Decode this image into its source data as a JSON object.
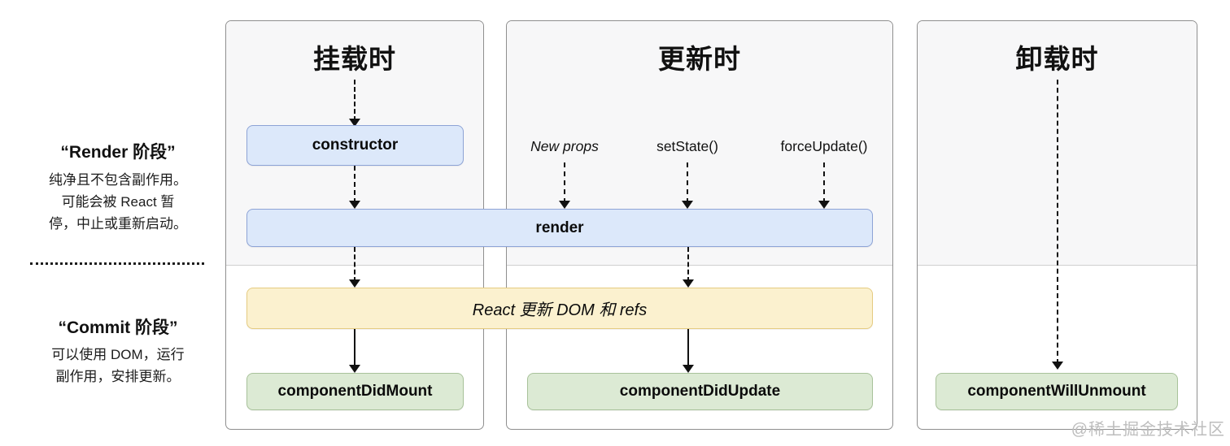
{
  "sidebar": {
    "render_phase": {
      "title": "“Render 阶段”",
      "lines": [
        "纯净且不包含副作用。",
        "可能会被 React 暂",
        "停，中止或重新启动。"
      ]
    },
    "commit_phase": {
      "title": "“Commit 阶段”",
      "lines": [
        "可以使用 DOM，运行",
        "副作用，安排更新。"
      ]
    }
  },
  "columns": [
    {
      "id": "mounting",
      "title": "挂载时"
    },
    {
      "id": "updating",
      "title": "更新时"
    },
    {
      "id": "unmounting",
      "title": "卸载时"
    }
  ],
  "update_triggers": [
    "New props",
    "setState()",
    "forceUpdate()"
  ],
  "boxes": {
    "constructor": "constructor",
    "render": "render",
    "react_dom_update": "React 更新 DOM 和 refs",
    "component_did_mount": "componentDidMount",
    "component_did_update": "componentDidUpdate",
    "component_will_unmount": "componentWillUnmount"
  },
  "watermark": "@稀土掘金技术社区",
  "colors": {
    "lifecycle_box_bg": "#dce8fa",
    "lifecycle_box_border": "#8da3d6",
    "dom_bar_bg": "#fbf1cf",
    "dom_bar_border": "#e5cb80",
    "commit_box_bg": "#dcead4",
    "commit_box_border": "#a8c29a",
    "panel_border": "#8f8f8f",
    "phase_top_bg": "#f7f7f8",
    "watermark": "#bdbdbd"
  }
}
